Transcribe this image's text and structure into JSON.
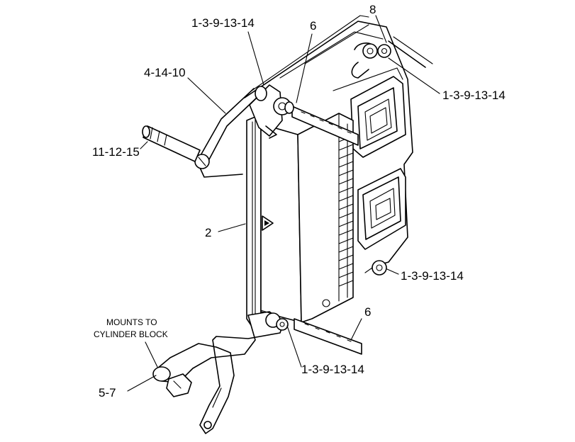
{
  "callouts": {
    "top_left_fastener": "1-3-9-13-14",
    "strap_top": "6",
    "top_right_item": "8",
    "right_top_fastener": "1-3-9-13-14",
    "bracket_arm": "4-14-10",
    "stud": "11-12-15",
    "ecm_module": "2",
    "right_lower_fastener": "1-3-9-13-14",
    "strap_bottom": "6",
    "bottom_fastener": "1-3-9-13-14",
    "mount_bolt": "5-7"
  },
  "mount_note": {
    "line1": "MOUNTS TO",
    "line2": "CYLINDER BLOCK"
  }
}
